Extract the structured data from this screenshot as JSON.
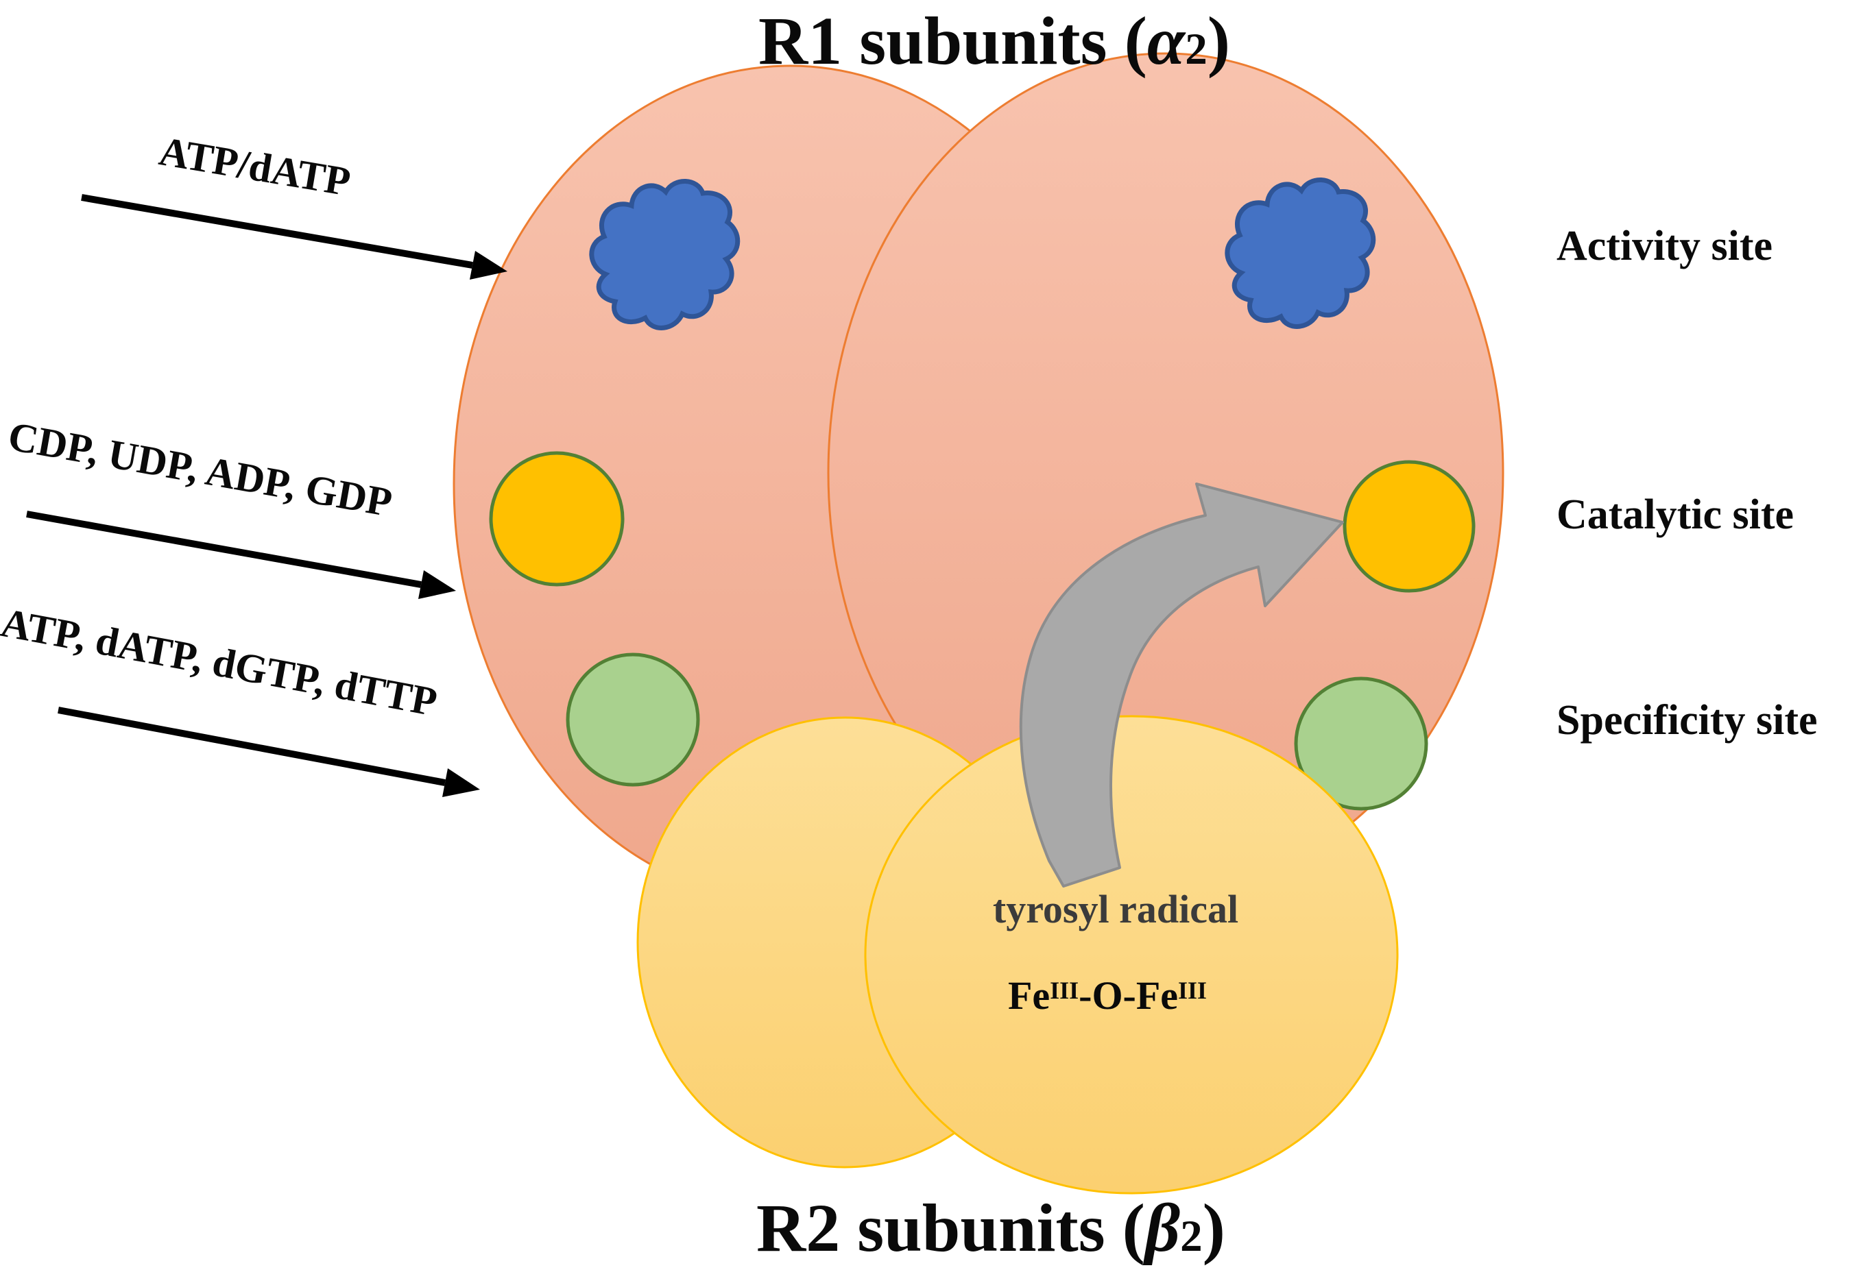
{
  "diagram_title_top": {
    "prefix": "R1 subunits (",
    "symbol": "α",
    "subscript": "2",
    "suffix": ")"
  },
  "diagram_title_bottom": {
    "prefix": "R2 subunits (",
    "symbol": "β",
    "subscript": "2",
    "suffix": ")"
  },
  "input_arrows": [
    {
      "label": "ATP/dATP"
    },
    {
      "label": "CDP, UDP, ADP, GDP"
    },
    {
      "label": "ATP, dATP, dGTP, dTTP"
    }
  ],
  "site_labels": [
    {
      "label": "Activity site"
    },
    {
      "label": "Catalytic site"
    },
    {
      "label": "Specificity site"
    }
  ],
  "r2_core": {
    "radical_label": "tyrosyl radical",
    "fe_prefix": "Fe",
    "fe_sup1": "III",
    "fe_mid": "-O-Fe",
    "fe_sup2": "III"
  },
  "icons": {
    "activity_site": "blue-cloud-icon",
    "catalytic_site": "gold-circle-icon",
    "specificity_site": "green-circle-icon",
    "radical_transfer": "gray-curved-arrow-icon",
    "substrate_input": "black-straight-arrow-icon"
  },
  "colors": {
    "r1_fill_top": "#F8C3AE",
    "r1_fill_bottom": "#EFA78C",
    "r1_stroke": "#ED7D31",
    "r2_fill_top": "#FDDF97",
    "r2_fill_bottom": "#FBD070",
    "r2_stroke": "#FFC000",
    "activity_fill": "#4472C4",
    "activity_stroke": "#2F5597",
    "catalytic_fill": "#FFC000",
    "site_stroke": "#538135",
    "specificity_fill": "#A9D18E",
    "transfer_arrow_fill": "#A9A9A9",
    "transfer_arrow_stroke": "#8D8D8D",
    "input_arrow": "#000000",
    "text": "#0A0A0A",
    "radical_text": "#3B3B3B"
  }
}
